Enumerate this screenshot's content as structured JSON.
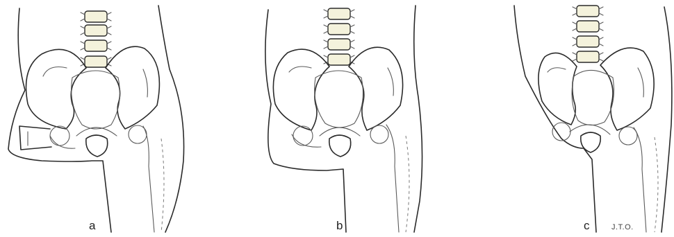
{
  "panels": [
    {
      "id": "a",
      "label": "a"
    },
    {
      "id": "b",
      "label": "b"
    },
    {
      "id": "c",
      "label": "c"
    }
  ],
  "signature": "J.T.O.",
  "colors": {
    "line": "#2a2a2a",
    "vertebra_fill": "#f4f2dc",
    "background": "#ffffff"
  }
}
